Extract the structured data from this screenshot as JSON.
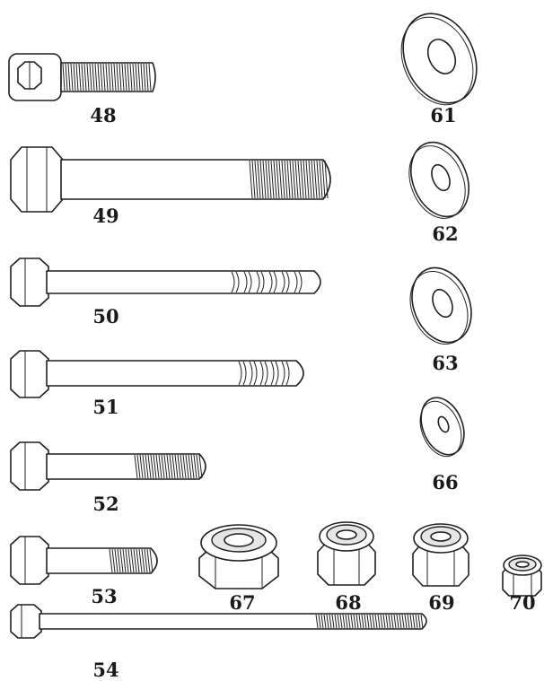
{
  "colors": {
    "line": "#1f1f1f",
    "background": "#ffffff",
    "label": "#1a1a1a"
  },
  "parts": [
    {
      "id": "48",
      "label": "48",
      "kind": "socket-head-cap-screw"
    },
    {
      "id": "49",
      "label": "49",
      "kind": "hex-bolt"
    },
    {
      "id": "50",
      "label": "50",
      "kind": "hex-bolt"
    },
    {
      "id": "51",
      "label": "51",
      "kind": "hex-bolt"
    },
    {
      "id": "52",
      "label": "52",
      "kind": "hex-bolt"
    },
    {
      "id": "53",
      "label": "53",
      "kind": "hex-bolt"
    },
    {
      "id": "54",
      "label": "54",
      "kind": "hex-bolt"
    },
    {
      "id": "61",
      "label": "61",
      "kind": "flat-washer"
    },
    {
      "id": "62",
      "label": "62",
      "kind": "flat-washer"
    },
    {
      "id": "63",
      "label": "63",
      "kind": "flat-washer"
    },
    {
      "id": "66",
      "label": "66",
      "kind": "flat-washer"
    },
    {
      "id": "67",
      "label": "67",
      "kind": "nylon-lock-nut"
    },
    {
      "id": "68",
      "label": "68",
      "kind": "nylon-lock-nut"
    },
    {
      "id": "69",
      "label": "69",
      "kind": "nylon-lock-nut"
    },
    {
      "id": "70",
      "label": "70",
      "kind": "nylon-lock-nut"
    }
  ]
}
